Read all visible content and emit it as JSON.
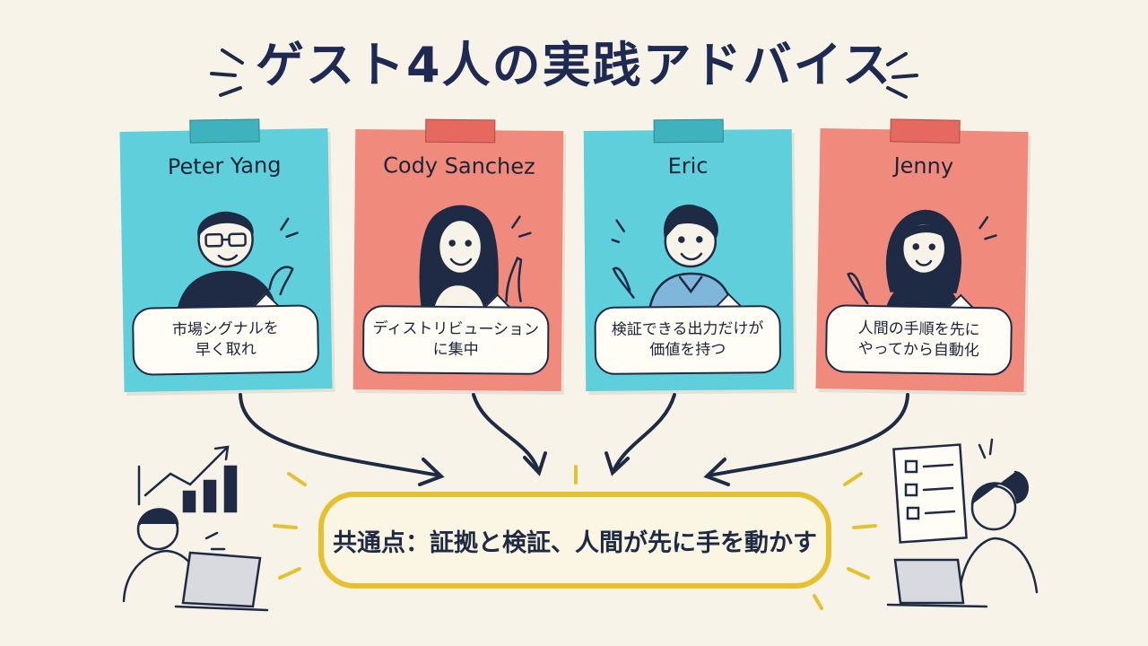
{
  "title": "ゲスト4人の実践アドバイス",
  "guests": [
    {
      "name": "Peter Yang",
      "advice": "市場シグナルを\n早く取れ",
      "color": "#5fcfdc"
    },
    {
      "name": "Cody Sanchez",
      "advice": "ディストリビューション\nに集中",
      "color": "#f08a7c"
    },
    {
      "name": "Eric",
      "advice": "検証できる出力だけが\n価値を持つ",
      "color": "#5fcfdc"
    },
    {
      "name": "Jenny",
      "advice": "人間の手順を先に\nやってから自動化",
      "color": "#f08a7c"
    }
  ],
  "summary": "共通点：証拠と検証、人間が先に手を動かす",
  "colors": {
    "accent": "#e6c12e",
    "ink": "#1f2a44",
    "teal": "#5fcfdc",
    "coral": "#f08a7c"
  }
}
